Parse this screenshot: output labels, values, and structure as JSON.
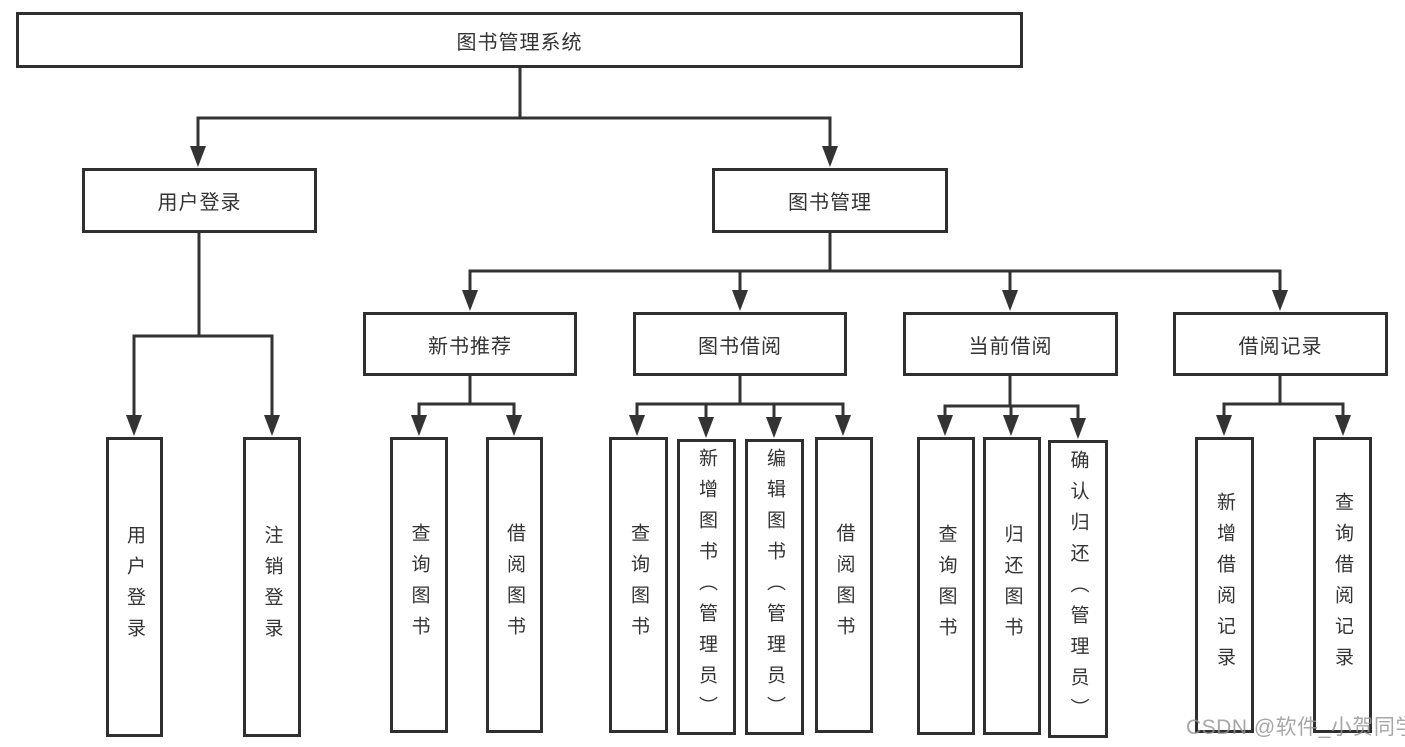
{
  "diagram": {
    "root_label": "图书管理系统",
    "user_branch": {
      "label": "用户登录",
      "children": [
        "用户登录",
        "注销登录"
      ]
    },
    "mgmt_branch": {
      "label": "图书管理",
      "children": [
        {
          "label": "新书推荐",
          "children": [
            "查询图书",
            "借阅图书"
          ]
        },
        {
          "label": "图书借阅",
          "children": [
            "查询图书",
            "新增图书（管理员）",
            "编辑图书（管理员）",
            "借阅图书"
          ]
        },
        {
          "label": "当前借阅",
          "children": [
            "查询图书",
            "归还图书",
            "确认归还（管理员）"
          ]
        },
        {
          "label": "借阅记录",
          "children": [
            "新增借阅记录",
            "查询借阅记录"
          ]
        }
      ]
    },
    "colors": {
      "line": "#333333",
      "box_border": "#2f2f2f",
      "text": "#333333",
      "watermark": "#949494"
    }
  },
  "watermark": {
    "text": "CSDN @软件_小贺同学"
  }
}
